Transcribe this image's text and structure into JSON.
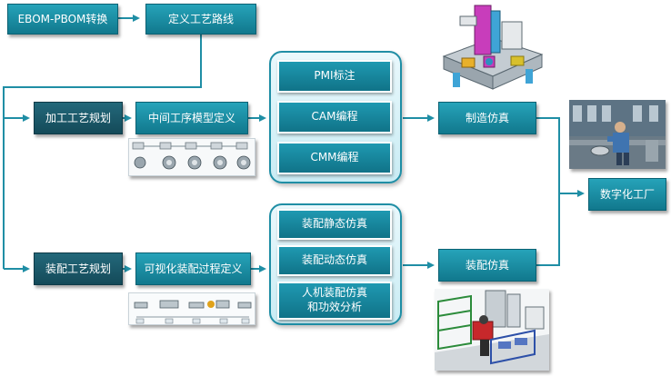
{
  "nodes": {
    "ebom_pbom": "EBOM-PBOM转换",
    "route_def": "定义工艺路线",
    "machining_plan": "加工工艺规划",
    "intermediate_model": "中间工序模型定义",
    "assembly_plan": "装配工艺规划",
    "visual_assembly": "可视化装配过程定义",
    "mfg_sim": "制造仿真",
    "digital_factory": "数字化工厂",
    "assembly_sim": "装配仿真"
  },
  "group_top": {
    "items": [
      "PMI标注",
      "CAM编程",
      "CMM编程"
    ]
  },
  "group_bottom": {
    "items": [
      "装配静态仿真",
      "装配动态仿真",
      "人机装配仿真\n和功效分析"
    ]
  },
  "colors": {
    "primary": "#1a8ea5",
    "dark": "#1b5a6b",
    "arrow": "#1f8ea5",
    "panel": "#d6f1f7"
  },
  "illustrations": [
    "machine-tool-illustration",
    "factory-worker-illustration",
    "assembly-line-illustration",
    "process-model-strip",
    "assembly-process-strip"
  ]
}
